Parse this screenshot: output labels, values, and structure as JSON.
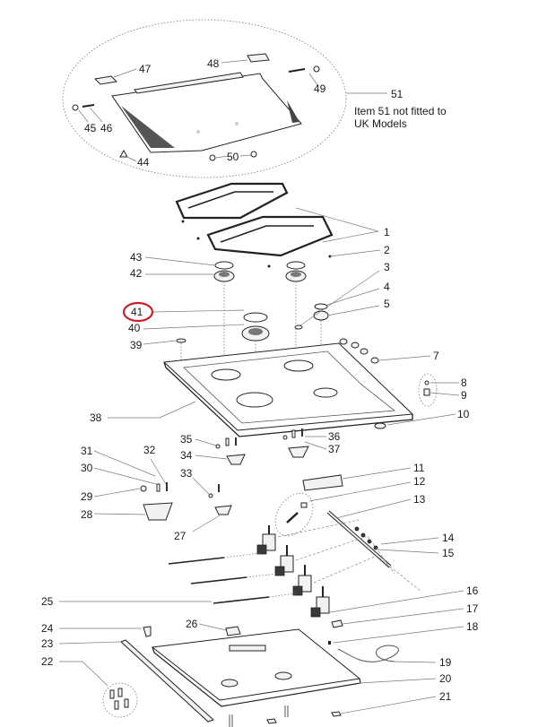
{
  "diagram": {
    "title": "Gas hob exploded parts diagram",
    "highlight_color": "#c8202a",
    "highlighted_part": "41",
    "note": {
      "line1": "Item 51 not fitted to",
      "line2": "UK Models"
    },
    "callouts": {
      "p1": "1",
      "p2": "2",
      "p3": "3",
      "p4": "4",
      "p5": "5",
      "p7": "7",
      "p8": "8",
      "p9": "9",
      "p10": "10",
      "p11": "11",
      "p12": "12",
      "p13": "13",
      "p14": "14",
      "p15": "15",
      "p16": "16",
      "p17": "17",
      "p18": "18",
      "p19": "19",
      "p20": "20",
      "p21": "21",
      "p22": "22",
      "p23": "23",
      "p24": "24",
      "p25": "25",
      "p26": "26",
      "p27": "27",
      "p28": "28",
      "p29": "29",
      "p30": "30",
      "p31": "31",
      "p32": "32",
      "p33": "33",
      "p34": "34",
      "p35": "35",
      "p36": "36",
      "p37": "37",
      "p38": "38",
      "p39": "39",
      "p40": "40",
      "p41": "41",
      "p42": "42",
      "p43": "43",
      "p44": "44",
      "p45": "45",
      "p46": "46",
      "p47": "47",
      "p48": "48",
      "p49": "49",
      "p50": "50",
      "p51": "51"
    }
  }
}
